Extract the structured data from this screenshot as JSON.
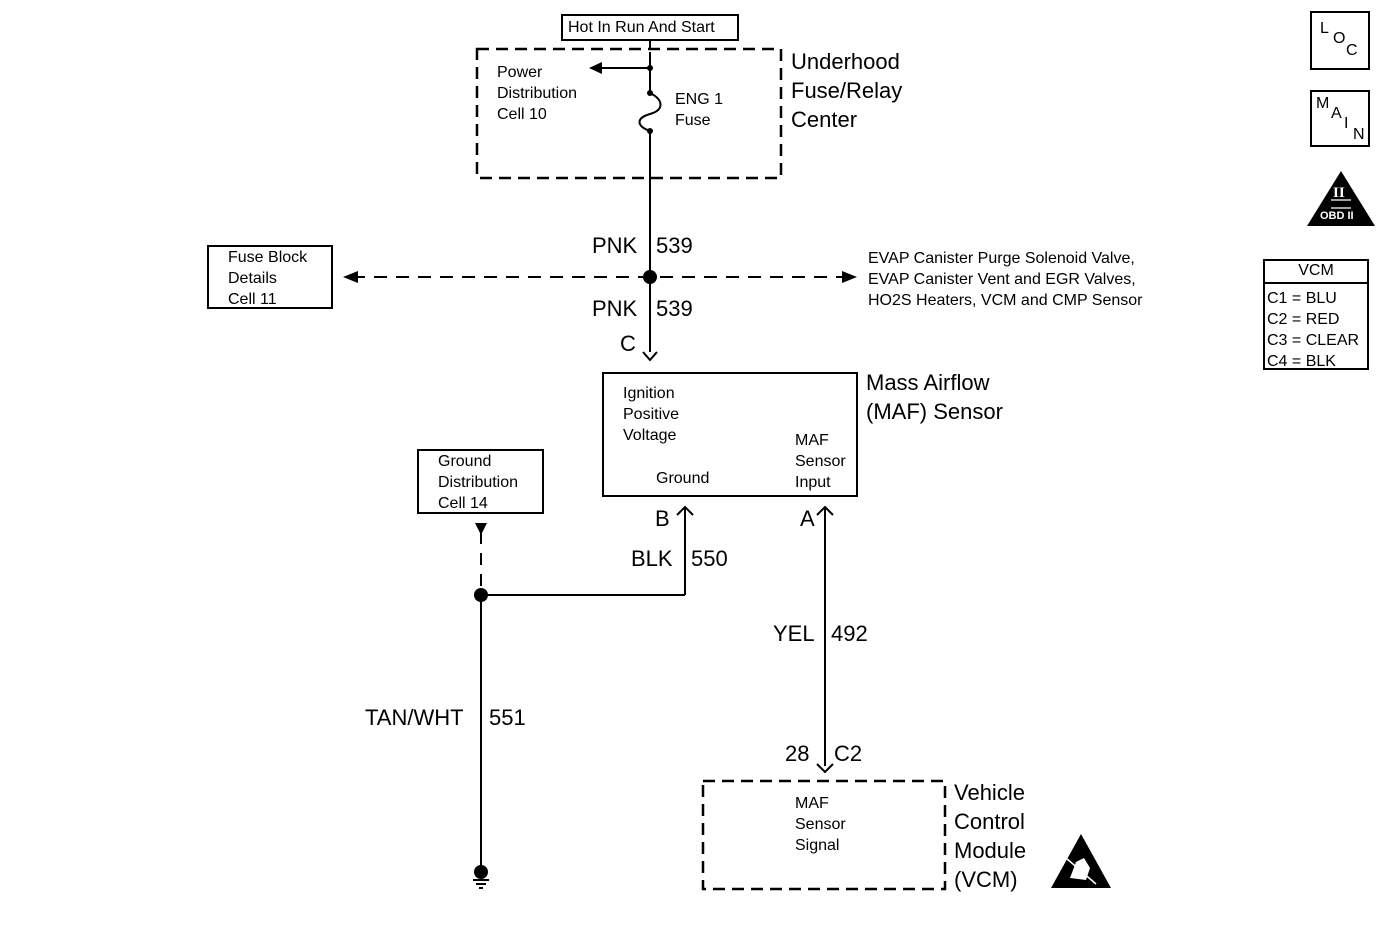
{
  "power_source": {
    "label": "Hot In Run And Start"
  },
  "fuse_center": {
    "title_lines": [
      "Underhood",
      "Fuse/Relay",
      "Center"
    ],
    "power_dist_lines": [
      "Power",
      "Distribution",
      "Cell 10"
    ],
    "fuse_lines": [
      "ENG 1",
      "Fuse"
    ]
  },
  "wire_539_top": {
    "color": "PNK",
    "circuit": "539"
  },
  "wire_539_bottom": {
    "color": "PNK",
    "circuit": "539"
  },
  "fuse_block_ref": {
    "lines": [
      "Fuse Block",
      "Details",
      "Cell 11"
    ]
  },
  "evap_ref": {
    "lines": [
      "EVAP Canister Purge Solenoid Valve,",
      "EVAP Canister Vent and EGR Valves,",
      "HO2S Heaters, VCM and CMP Sensor"
    ]
  },
  "maf_sensor": {
    "title_lines": [
      "Mass Airflow",
      "(MAF) Sensor"
    ],
    "ignition_lines": [
      "Ignition",
      "Positive",
      "Voltage"
    ],
    "ground_label": "Ground",
    "input_lines": [
      "MAF",
      "Sensor",
      "Input"
    ],
    "pin_c": "C",
    "pin_b": "B",
    "pin_a": "A"
  },
  "ground_dist_ref": {
    "lines": [
      "Ground",
      "Distribution",
      "Cell 14"
    ]
  },
  "wire_550": {
    "color": "BLK",
    "circuit": "550"
  },
  "wire_492": {
    "color": "YEL",
    "circuit": "492"
  },
  "wire_551": {
    "color": "TAN/WHT",
    "circuit": "551"
  },
  "vcm_connector": {
    "pin": "28",
    "connector": "C2"
  },
  "vcm_module": {
    "title_lines": [
      "Vehicle",
      "Control",
      "Module",
      "(VCM)"
    ],
    "signal_lines": [
      "MAF",
      "Sensor",
      "Signal"
    ]
  },
  "legend_icons": {
    "loc": [
      "L",
      "O",
      "C"
    ],
    "main": [
      "M",
      "A",
      "I",
      "N"
    ],
    "obd": {
      "numeral": "II",
      "label": "OBD II"
    }
  },
  "vcm_legend": {
    "title": "VCM",
    "rows": [
      "C1 = BLU",
      "C2 = RED",
      "C3 = CLEAR",
      "C4 = BLK"
    ]
  }
}
